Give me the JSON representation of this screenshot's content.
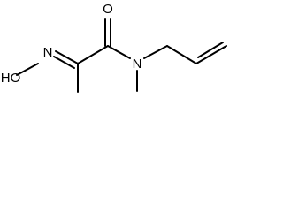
{
  "molecule": {
    "atoms": {
      "hydroxyl": "HO",
      "oxime_nitrogen": "N",
      "carbonyl_oxygen": "O",
      "amide_nitrogen": "N"
    }
  }
}
